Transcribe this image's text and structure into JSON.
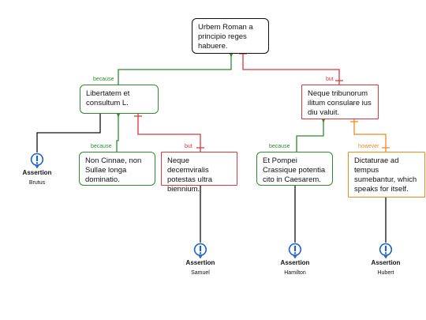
{
  "colors": {
    "support": "#2e8b2e",
    "oppose": "#d9363e",
    "rebuttal": "#f08a1c",
    "neutral": "#111111",
    "assertion_icon": "#1f63c6"
  },
  "nodes": {
    "root": "Urbem Roman a principio reges habuere.",
    "libertatem": "Libertatem et consultum L.",
    "neque_tribunorum": "Neque tribunorum ilitum consulare ius diu valuit.",
    "non_cinnae": "Non Cinnae, non Sullae longa dominatio.",
    "neque_decemviralis": "Neque decemviralis potestas ultra biennium.",
    "et_pompei": "Et Pompei Crassique potentia cito in Caesarem.",
    "dictaturae": "Dictaturae ad tempus sumebantur, which speaks for itself."
  },
  "connectors": {
    "root_libertatem": "because",
    "root_neque": "but",
    "libertatem_cinnae": "because",
    "libertatem_decemviralis": "but",
    "neque_pompei": "because",
    "neque_dictaturae": "however"
  },
  "assertions": [
    {
      "icon": "exclamation-icon",
      "title": "Assertion",
      "author": "Brutus"
    },
    {
      "icon": "exclamation-icon",
      "title": "Assertion",
      "author": "Samuel"
    },
    {
      "icon": "exclamation-icon",
      "title": "Assertion",
      "author": "Hamilton"
    },
    {
      "icon": "exclamation-icon",
      "title": "Assertion",
      "author": "Hubert"
    }
  ]
}
